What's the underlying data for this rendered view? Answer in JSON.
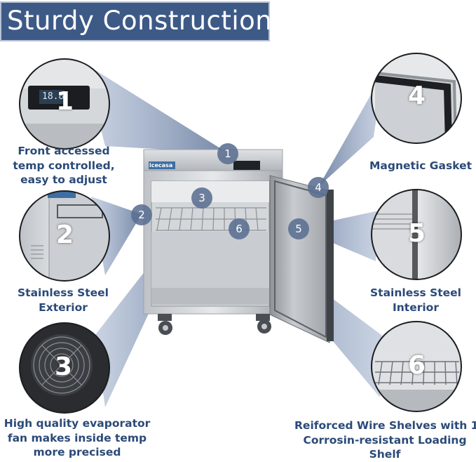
{
  "title": "Sturdy Construction:",
  "brand_label": "icecasa",
  "display_readout": "18.8",
  "colors": {
    "banner": "#3d5a87",
    "caption": "#2b4a78",
    "callout_fill": "#5a6e91"
  },
  "features": [
    {
      "number": "1",
      "lines": [
        "Front accessed",
        "temp controlled,",
        "easy to adjust"
      ]
    },
    {
      "number": "2",
      "lines": [
        "Stainless Steel",
        "Exterior"
      ]
    },
    {
      "number": "3",
      "lines": [
        "High quality evaporator",
        "fan makes inside temp",
        "more precised"
      ]
    },
    {
      "number": "4",
      "lines": [
        "Magnetic Gasket"
      ]
    },
    {
      "number": "5",
      "lines": [
        "Stainless Steel",
        "Interior"
      ]
    },
    {
      "number": "6",
      "lines": [
        "Reiforced Wire Shelves with 1",
        "Corrosin-resistant Loading",
        "Shelf"
      ]
    }
  ]
}
